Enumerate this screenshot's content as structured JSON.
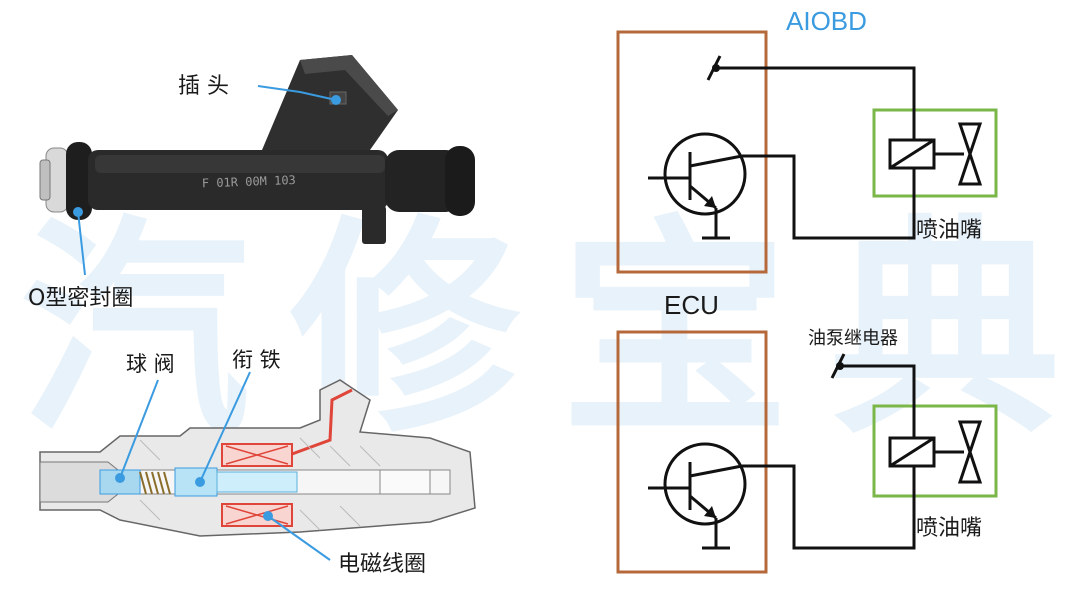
{
  "watermark": {
    "chars": [
      "汽",
      "修",
      "宝",
      "典"
    ]
  },
  "left_panel": {
    "labels": {
      "plug": "插 头",
      "o_ring": "O型密封圈",
      "ball_valve": "球 阀",
      "armature": "衔 铁",
      "solenoid_coil": "电磁线圈"
    },
    "injector_marking": "F 01R 00M 103"
  },
  "right_panel": {
    "top": {
      "title": "AIOBD",
      "injector_label": "喷油嘴"
    },
    "bottom": {
      "title": "ECU",
      "relay_label": "油泵继电器",
      "injector_label": "喷油嘴"
    }
  },
  "colors": {
    "ecu_box": "#b5683a",
    "injector_box": "#7ab648",
    "title_blue": "#3b9be0",
    "pointer_blue": "#3b9be0",
    "coil_red": "#e0453a"
  }
}
